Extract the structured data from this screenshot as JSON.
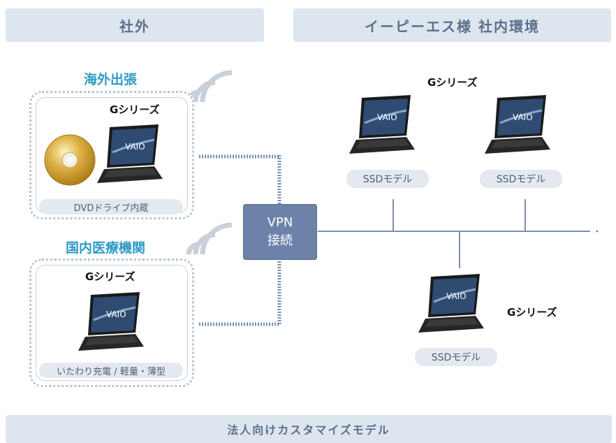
{
  "headers": {
    "outside": "社外",
    "inside": "イーピーエス様 社内環境",
    "footer": "法人向けカスタマイズモデル"
  },
  "left": {
    "card1": {
      "title": "海外出張",
      "series": "Gシリーズ",
      "feature": "DVDドライブ内蔵"
    },
    "card2": {
      "title": "国内医療機関",
      "series": "Gシリーズ",
      "feature": "いたわり充電 / 軽量・薄型"
    }
  },
  "vpn": {
    "line1": "VPN",
    "line2": "接続"
  },
  "right": {
    "top_series": "Gシリーズ",
    "bottom_series": "Gシリーズ",
    "ssd_label_1": "SSDモデル",
    "ssd_label_2": "SSDモデル",
    "ssd_label_3": "SSDモデル"
  },
  "laptop_logo": "VAIO",
  "colors": {
    "header_bg": "#dde5ef",
    "accent_blue": "#2f9bc4",
    "network_line": "#7d8fb0",
    "vpn_box": "#6c82a8"
  }
}
